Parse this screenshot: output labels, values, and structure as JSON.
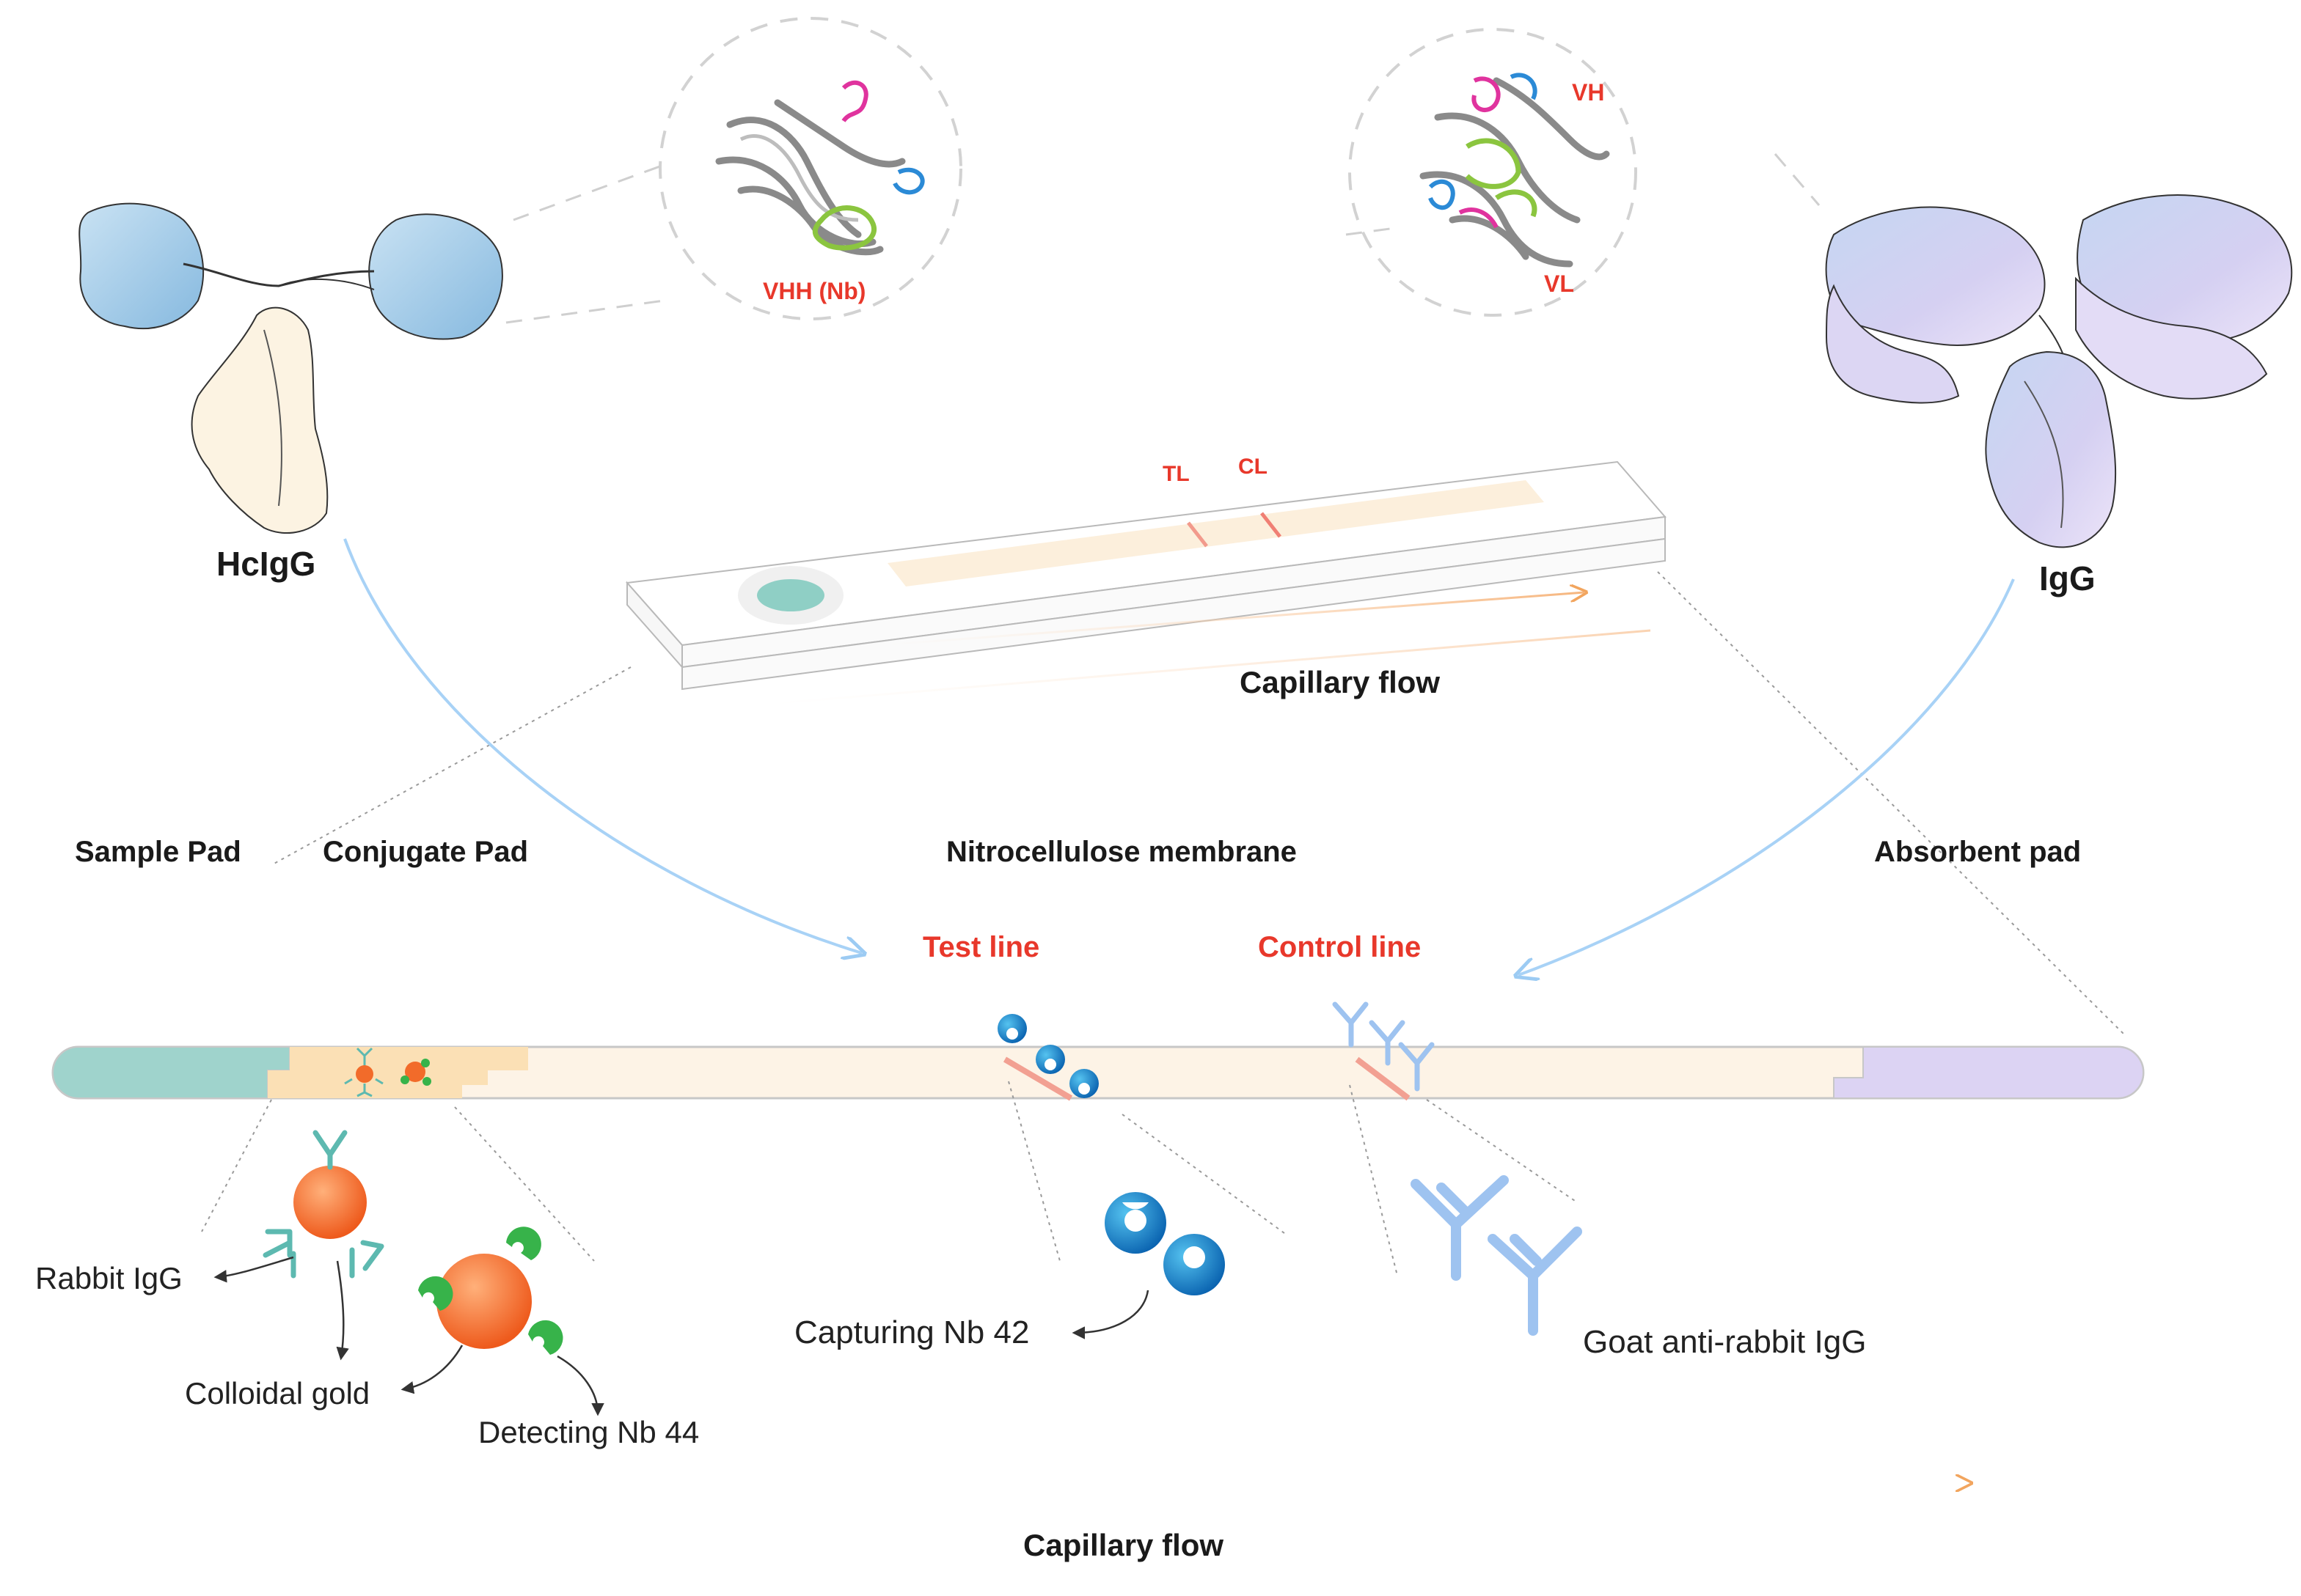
{
  "labels": {
    "hcigg": "HcIgG",
    "igg": "IgG",
    "vhh": "VHH (Nb)",
    "vh": "VH",
    "vl": "VL",
    "tl": "TL",
    "cl": "CL",
    "capillary_flow_top": "Capillary flow",
    "capillary_flow_bottom": "Capillary flow",
    "sample_pad": "Sample Pad",
    "conjugate_pad": "Conjugate Pad",
    "nitrocellulose": "Nitrocellulose membrane",
    "absorbent_pad": "Absorbent pad",
    "test_line": "Test line",
    "control_line": "Control line",
    "rabbit_igg": "Rabbit IgG",
    "colloidal_gold": "Colloidal gold",
    "detecting_nb": "Detecting Nb 44",
    "capturing_nb": "Capturing Nb 42",
    "goat_anti": "Goat anti-rabbit IgG"
  },
  "colors": {
    "red_label": "#e8382b",
    "sample_pad": "#9fd3cc",
    "conjugate_pad": "#fbe0b5",
    "membrane": "#fdf3e6",
    "absorbent_pad": "#dcd3f3",
    "gold_particle": "#f26b2a",
    "detecting_nb": "#37b34a",
    "capturing_nb": "#1477c2",
    "goat_igg": "#9ec3f0",
    "rabbit_igg": "#5db9b0",
    "hcigg_domain": "#a9cfe8",
    "igg_domain": "#c8cff0"
  },
  "icons": [
    "hcigg-antibody-icon",
    "igg-antibody-icon",
    "vhh-structure-icon",
    "vh-vl-structure-icon",
    "lateral-flow-strip-icon",
    "gold-nanoparticle-icon",
    "nanobody-icon",
    "goat-igg-icon"
  ]
}
